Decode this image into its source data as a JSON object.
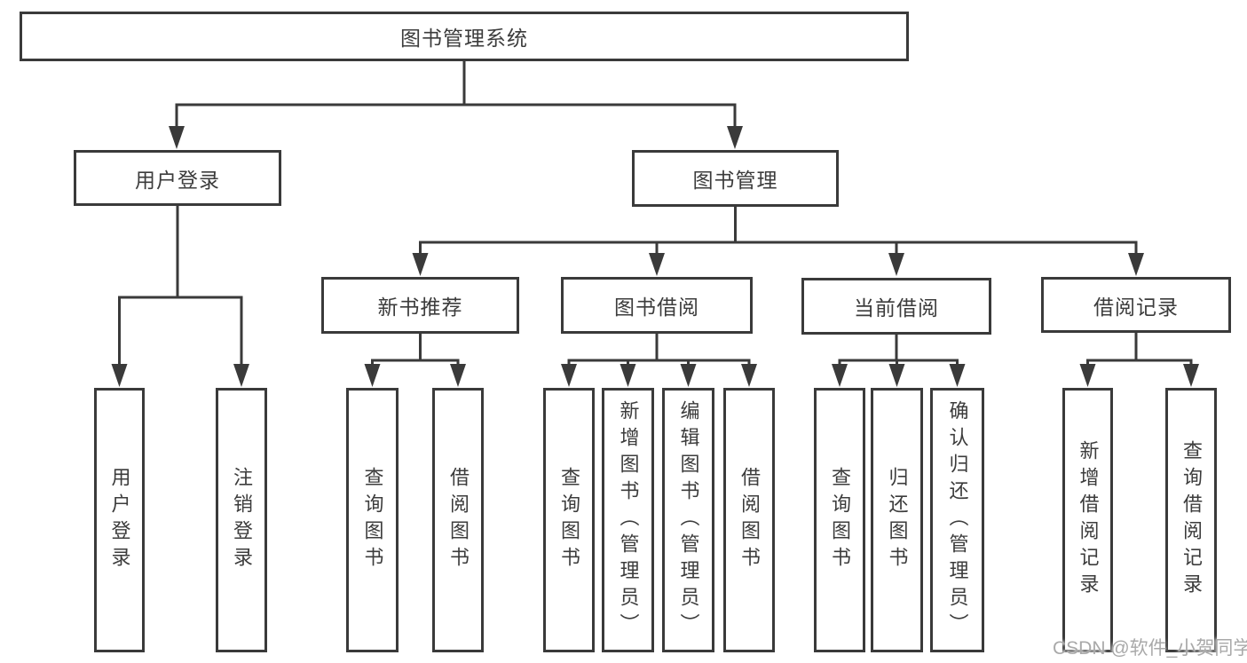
{
  "tree": {
    "root": {
      "label": "图书管理系统"
    },
    "children": [
      {
        "label": "用户登录",
        "children": [
          {
            "label": "用户登录"
          },
          {
            "label": "注销登录"
          }
        ]
      },
      {
        "label": "图书管理",
        "children": [
          {
            "label": "新书推荐",
            "children": [
              {
                "label": "查询图书"
              },
              {
                "label": "借阅图书"
              }
            ]
          },
          {
            "label": "图书借阅",
            "children": [
              {
                "label": "查询图书"
              },
              {
                "label": "新增图书（管理员）"
              },
              {
                "label": "编辑图书（管理员）"
              },
              {
                "label": "借阅图书"
              }
            ]
          },
          {
            "label": "当前借阅",
            "children": [
              {
                "label": "查询图书"
              },
              {
                "label": "归还图书"
              },
              {
                "label": "确认归还（管理员）"
              }
            ]
          },
          {
            "label": "借阅记录",
            "children": [
              {
                "label": "新增借阅记录"
              },
              {
                "label": "查询借阅记录"
              }
            ]
          }
        ]
      }
    ]
  },
  "watermark": {
    "text": "CSDN @软件_小贺同学"
  },
  "colors": {
    "line": "#3a3a3a",
    "text": "#3c3c3c",
    "watermark": "#a9a9a9",
    "background": "#ffffff"
  }
}
